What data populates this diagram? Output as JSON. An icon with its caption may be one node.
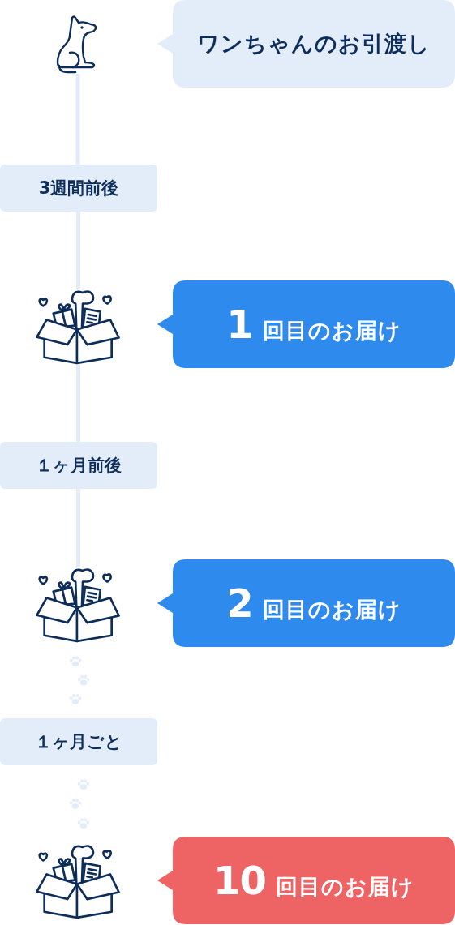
{
  "diagram": {
    "nodes": [
      {
        "text": [],
        "shape": "picture"
      },
      {
        "text": [
          "ワンちゃんのお引渡し"
        ]
      },
      {
        "text": [
          "3週間前後"
        ]
      },
      {
        "text": [],
        "shape": "picture"
      },
      {
        "text": [
          "1",
          "回目のお届け"
        ]
      },
      {
        "text": [
          "１ヶ月前後"
        ]
      },
      {
        "text": [],
        "shape": "picture"
      },
      {
        "text": [
          "2",
          "回目のお届け"
        ]
      },
      {
        "text": [
          "１ヶ月ごと"
        ]
      },
      {
        "text": [],
        "shape": "picture"
      },
      {
        "text": [
          "10",
          "回目のお届け"
        ]
      }
    ],
    "edges": [
      {
        "from": 0,
        "to": 2,
        "arrow": "none"
      },
      {
        "from": 2,
        "to": 3,
        "arrow": "none"
      },
      {
        "from": 3,
        "to": 5,
        "arrow": "none"
      },
      {
        "from": 5,
        "to": 6,
        "arrow": "none"
      },
      {
        "from": 6,
        "to": 8,
        "arrow": "none",
        "style": "dashed"
      },
      {
        "from": 8,
        "to": 9,
        "arrow": "none",
        "style": "dashed"
      }
    ]
  }
}
